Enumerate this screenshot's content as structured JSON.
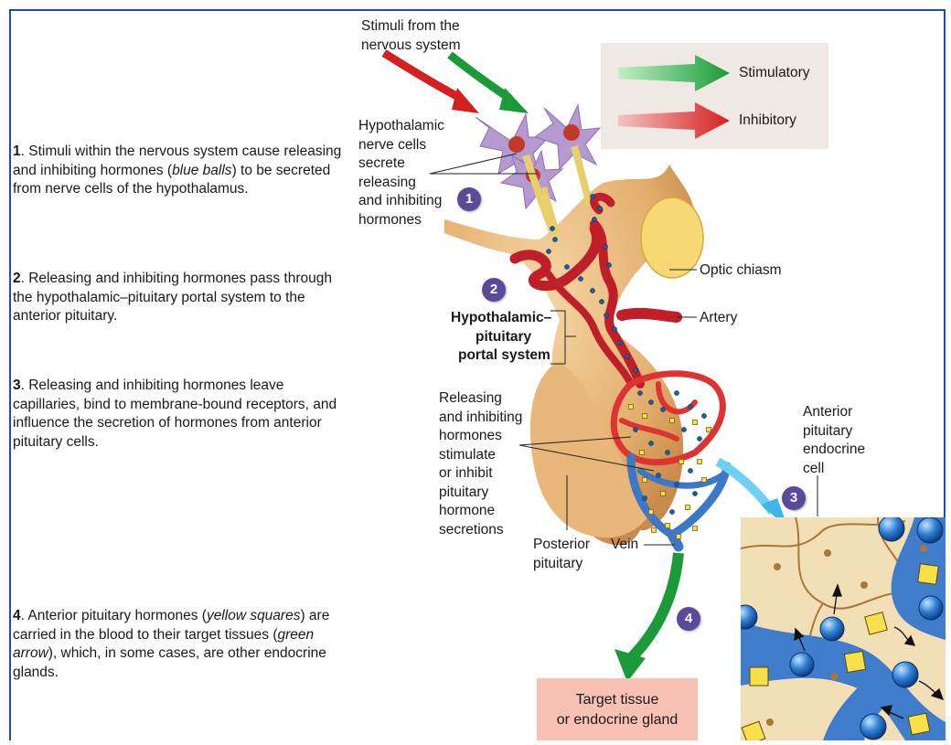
{
  "steps": [
    {
      "num": "1",
      "pre": ". Stimuli within the nervous system cause releasing and inhibiting hormones (",
      "em": "blue balls",
      "post": ") to be secreted from nerve cells of the hypothalamus."
    },
    {
      "num": "2",
      "pre": ". Releasing and inhibiting hormones pass through the hypothalamic–pituitary portal system to the anterior pituitary.",
      "em": "",
      "post": ""
    },
    {
      "num": "3",
      "pre": ". Releasing and inhibiting hormones leave capillaries, bind to membrane-bound receptors, and influence the secretion of hormones from anterior pituitary cells.",
      "em": "",
      "post": ""
    },
    {
      "num": "4",
      "pre": ". Anterior pituitary hormones (",
      "em": "yellow squares",
      "post": ") are carried in the blood to their target tissues (",
      "em2": "green arrow",
      "post2": "), which, in some cases, are other endocrine glands."
    }
  ],
  "legend": {
    "stimulatory": "Stimulatory",
    "inhibitory": "Inhibitory",
    "stimulatory_color": "#1e9a3c",
    "inhibitory_color": "#d42a2a"
  },
  "labels": {
    "stimuli_line1": "Stimuli from the",
    "stimuli_line2": "nervous system",
    "hypo_cells": [
      "Hypothalamic",
      "nerve cells",
      "secrete",
      "releasing",
      "and inhibiting",
      "hormones"
    ],
    "optic_chiasm": "Optic chiasm",
    "artery": "Artery",
    "portal": [
      "Hypothalamic–",
      "pituitary",
      "portal system"
    ],
    "releasing": [
      "Releasing",
      "and inhibiting",
      "hormones",
      "stimulate",
      "or inhibit",
      "pituitary",
      "hormone",
      "secretions"
    ],
    "anterior": [
      "Anterior",
      "pituitary",
      "endocrine",
      "cell"
    ],
    "posterior": [
      "Posterior",
      "pituitary"
    ],
    "vein": "Vein",
    "target_line1": "Target tissue",
    "target_line2": "or endocrine gland"
  },
  "badges": [
    "1",
    "2",
    "3",
    "4"
  ]
}
